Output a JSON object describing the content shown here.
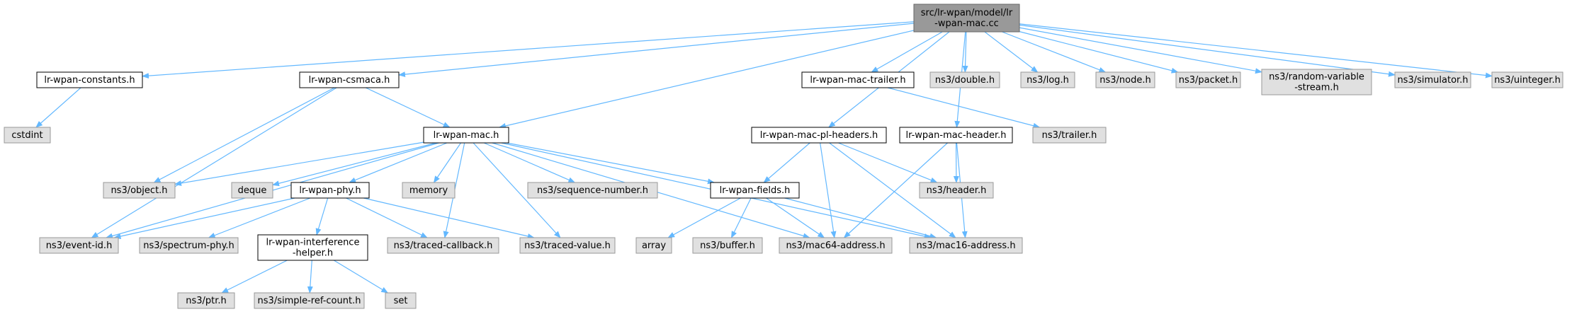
{
  "diagram": {
    "type": "include-dependency-graph",
    "colors": {
      "root_fill": "#999999",
      "root_stroke": "#666666",
      "local_fill": "#ffffff",
      "local_stroke": "#000000",
      "external_fill": "#e0e0e0",
      "external_stroke": "#999999",
      "edge": "#63b8ff"
    },
    "nodes": [
      {
        "id": "root",
        "kind": "root",
        "lines": [
          "src/lr-wpan/model/lr",
          "-wpan-mac.cc"
        ]
      },
      {
        "id": "constants",
        "kind": "local",
        "lines": [
          "lr-wpan-constants.h"
        ]
      },
      {
        "id": "csmaca",
        "kind": "local",
        "lines": [
          "lr-wpan-csmaca.h"
        ]
      },
      {
        "id": "mac_h",
        "kind": "local",
        "lines": [
          "lr-wpan-mac.h"
        ]
      },
      {
        "id": "trailer",
        "kind": "local",
        "lines": [
          "lr-wpan-mac-trailer.h"
        ]
      },
      {
        "id": "pl_headers",
        "kind": "local",
        "lines": [
          "lr-wpan-mac-pl-headers.h"
        ]
      },
      {
        "id": "mac_header",
        "kind": "local",
        "lines": [
          "lr-wpan-mac-header.h"
        ]
      },
      {
        "id": "fields",
        "kind": "local",
        "lines": [
          "lr-wpan-fields.h"
        ]
      },
      {
        "id": "phy",
        "kind": "local",
        "lines": [
          "lr-wpan-phy.h"
        ]
      },
      {
        "id": "interference",
        "kind": "local",
        "lines": [
          "lr-wpan-interference",
          "-helper.h"
        ]
      },
      {
        "id": "double",
        "kind": "external",
        "lines": [
          "ns3/double.h"
        ]
      },
      {
        "id": "log",
        "kind": "external",
        "lines": [
          "ns3/log.h"
        ]
      },
      {
        "id": "node",
        "kind": "external",
        "lines": [
          "ns3/node.h"
        ]
      },
      {
        "id": "packet",
        "kind": "external",
        "lines": [
          "ns3/packet.h"
        ]
      },
      {
        "id": "random",
        "kind": "external",
        "lines": [
          "ns3/random-variable",
          "-stream.h"
        ]
      },
      {
        "id": "simulator",
        "kind": "external",
        "lines": [
          "ns3/simulator.h"
        ]
      },
      {
        "id": "uinteger",
        "kind": "external",
        "lines": [
          "ns3/uinteger.h"
        ]
      },
      {
        "id": "cstdint",
        "kind": "external",
        "lines": [
          "cstdint"
        ]
      },
      {
        "id": "ns3trailer",
        "kind": "external",
        "lines": [
          "ns3/trailer.h"
        ]
      },
      {
        "id": "object",
        "kind": "external",
        "lines": [
          "ns3/object.h"
        ]
      },
      {
        "id": "deque",
        "kind": "external",
        "lines": [
          "deque"
        ]
      },
      {
        "id": "memory",
        "kind": "external",
        "lines": [
          "memory"
        ]
      },
      {
        "id": "seqnum",
        "kind": "external",
        "lines": [
          "ns3/sequence-number.h"
        ]
      },
      {
        "id": "header",
        "kind": "external",
        "lines": [
          "ns3/header.h"
        ]
      },
      {
        "id": "eventid",
        "kind": "external",
        "lines": [
          "ns3/event-id.h"
        ]
      },
      {
        "id": "spectrum",
        "kind": "external",
        "lines": [
          "ns3/spectrum-phy.h"
        ]
      },
      {
        "id": "tcallback",
        "kind": "external",
        "lines": [
          "ns3/traced-callback.h"
        ]
      },
      {
        "id": "tvalue",
        "kind": "external",
        "lines": [
          "ns3/traced-value.h"
        ]
      },
      {
        "id": "array",
        "kind": "external",
        "lines": [
          "array"
        ]
      },
      {
        "id": "buffer",
        "kind": "external",
        "lines": [
          "ns3/buffer.h"
        ]
      },
      {
        "id": "mac64",
        "kind": "external",
        "lines": [
          "ns3/mac64-address.h"
        ]
      },
      {
        "id": "mac16",
        "kind": "external",
        "lines": [
          "ns3/mac16-address.h"
        ]
      },
      {
        "id": "ptr",
        "kind": "external",
        "lines": [
          "ns3/ptr.h"
        ]
      },
      {
        "id": "simpleref",
        "kind": "external",
        "lines": [
          "ns3/simple-ref-count.h"
        ]
      },
      {
        "id": "set",
        "kind": "external",
        "lines": [
          "set"
        ]
      }
    ],
    "edges": [
      [
        "root",
        "constants"
      ],
      [
        "root",
        "csmaca"
      ],
      [
        "root",
        "mac_h"
      ],
      [
        "root",
        "trailer"
      ],
      [
        "root",
        "pl_headers"
      ],
      [
        "root",
        "mac_header"
      ],
      [
        "root",
        "double"
      ],
      [
        "root",
        "log"
      ],
      [
        "root",
        "node"
      ],
      [
        "root",
        "packet"
      ],
      [
        "root",
        "random"
      ],
      [
        "root",
        "simulator"
      ],
      [
        "root",
        "uinteger"
      ],
      [
        "constants",
        "cstdint"
      ],
      [
        "csmaca",
        "mac_h"
      ],
      [
        "csmaca",
        "object"
      ],
      [
        "csmaca",
        "eventid"
      ],
      [
        "trailer",
        "ns3trailer"
      ],
      [
        "mac_h",
        "object"
      ],
      [
        "mac_h",
        "deque"
      ],
      [
        "mac_h",
        "memory"
      ],
      [
        "mac_h",
        "seqnum"
      ],
      [
        "mac_h",
        "phy"
      ],
      [
        "mac_h",
        "fields"
      ],
      [
        "mac_h",
        "eventid"
      ],
      [
        "mac_h",
        "tcallback"
      ],
      [
        "mac_h",
        "tvalue"
      ],
      [
        "mac_h",
        "mac64"
      ],
      [
        "mac_h",
        "mac16"
      ],
      [
        "pl_headers",
        "fields"
      ],
      [
        "pl_headers",
        "header"
      ],
      [
        "pl_headers",
        "mac64"
      ],
      [
        "pl_headers",
        "mac16"
      ],
      [
        "mac_header",
        "header"
      ],
      [
        "mac_header",
        "mac64"
      ],
      [
        "mac_header",
        "mac16"
      ],
      [
        "fields",
        "array"
      ],
      [
        "fields",
        "buffer"
      ],
      [
        "fields",
        "mac64"
      ],
      [
        "fields",
        "mac16"
      ],
      [
        "phy",
        "eventid"
      ],
      [
        "phy",
        "spectrum"
      ],
      [
        "phy",
        "interference"
      ],
      [
        "phy",
        "tcallback"
      ],
      [
        "phy",
        "tvalue"
      ],
      [
        "interference",
        "ptr"
      ],
      [
        "interference",
        "simpleref"
      ],
      [
        "interference",
        "set"
      ]
    ]
  }
}
